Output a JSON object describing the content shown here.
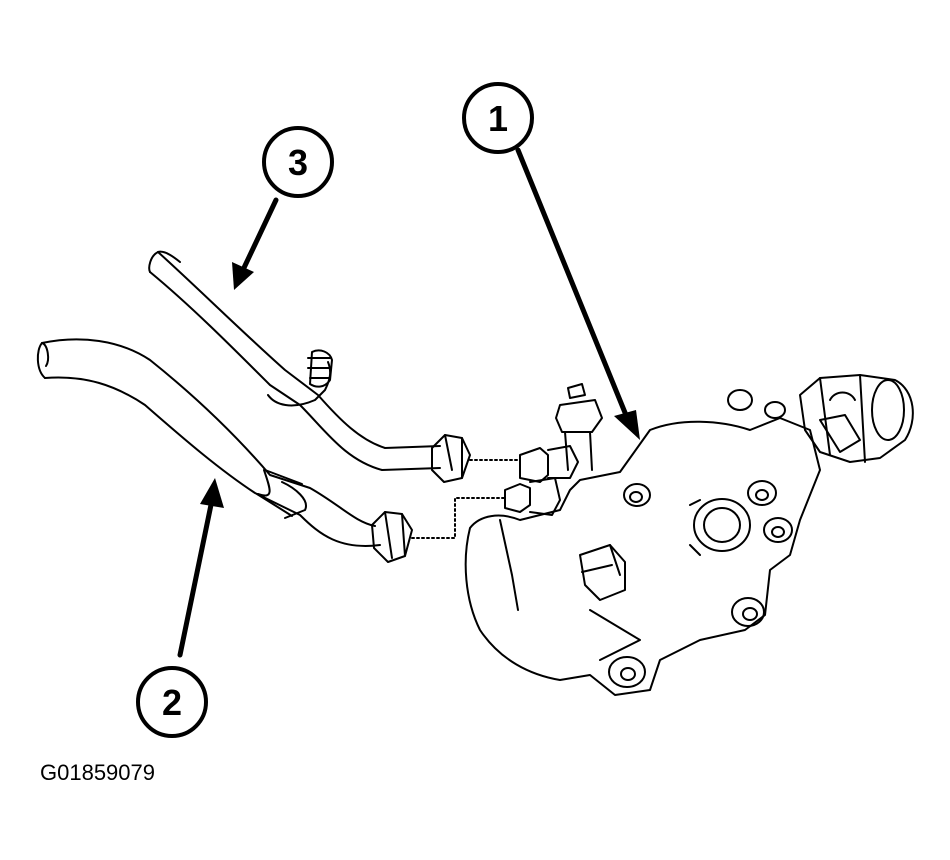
{
  "callouts": [
    {
      "label": "1"
    },
    {
      "label": "2"
    },
    {
      "label": "3"
    }
  ],
  "figure_id": "G01859079",
  "colors": {
    "line": "#000000",
    "background": "#ffffff"
  }
}
